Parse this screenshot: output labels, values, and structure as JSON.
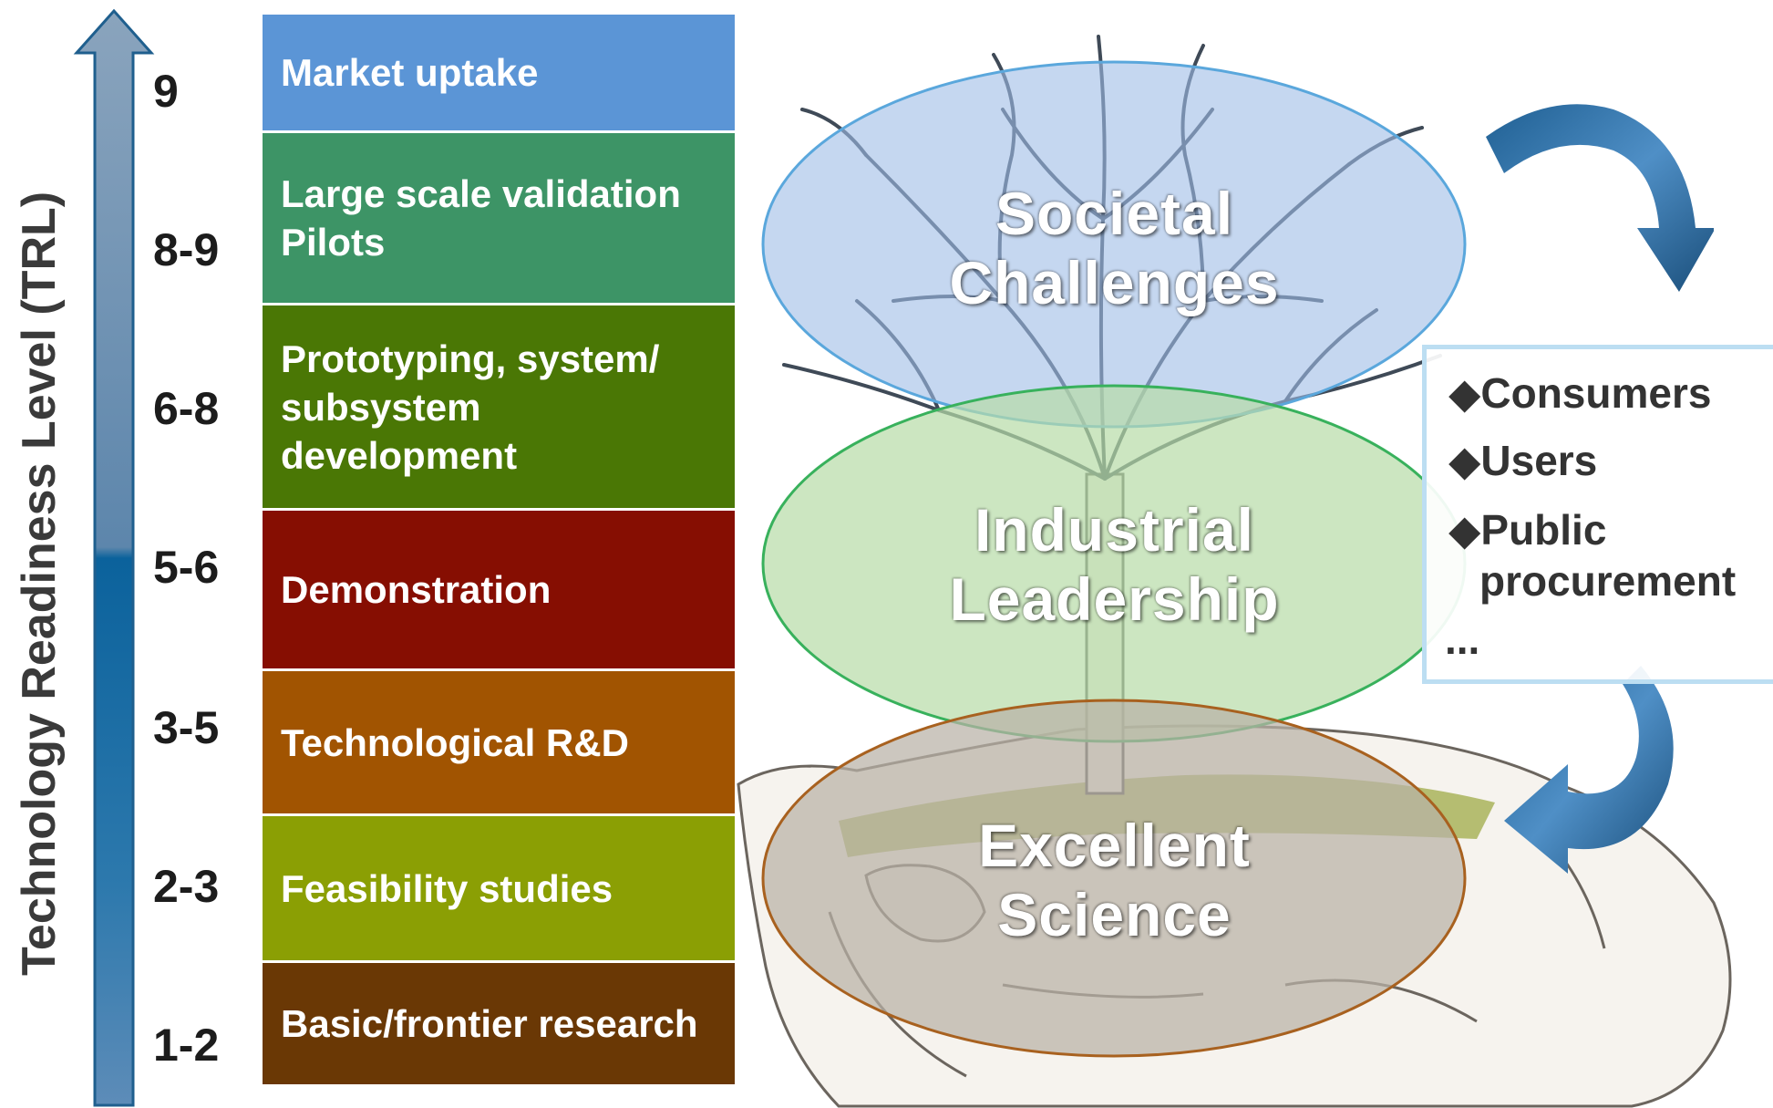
{
  "trl_axis": {
    "label": "Technology Readiness Level (TRL)",
    "arrow_color": "#1a6ca3"
  },
  "stages": [
    {
      "level": "9",
      "label_lines": [
        "Market uptake"
      ],
      "color": "#5b95d6"
    },
    {
      "level": "8-9",
      "label_lines": [
        "Large scale validation",
        "Pilots"
      ],
      "color": "#3d9466"
    },
    {
      "level": "6-8",
      "label_lines": [
        "Prototyping, system/",
        "subsystem",
        "development"
      ],
      "color": "#4a7705"
    },
    {
      "level": "5-6",
      "label_lines": [
        "Demonstration"
      ],
      "color": "#860e02"
    },
    {
      "level": "3-5",
      "label_lines": [
        "Technological R&D"
      ],
      "color": "#a15401"
    },
    {
      "level": "2-3",
      "label_lines": [
        "Feasibility studies"
      ],
      "color": "#8b9f04"
    },
    {
      "level": "1-2",
      "label_lines": [
        "Basic/frontier research"
      ],
      "color": "#6a3805"
    }
  ],
  "pillars": [
    {
      "lines": [
        "Societal",
        "Challenges"
      ],
      "fill": "#9ebde6",
      "stroke": "#5aa7dc"
    },
    {
      "lines": [
        "Industrial",
        "Leadership"
      ],
      "fill": "#b7dba6",
      "stroke": "#38b15c"
    },
    {
      "lines": [
        "Excellent",
        "Science"
      ],
      "fill": "#b8b2a6",
      "stroke": "#a8611f"
    }
  ],
  "users": {
    "bullet": "◆",
    "items": [
      "Consumers",
      "Users",
      "Public"
    ],
    "item3_continuation": "procurement",
    "ellipsis": "..."
  }
}
